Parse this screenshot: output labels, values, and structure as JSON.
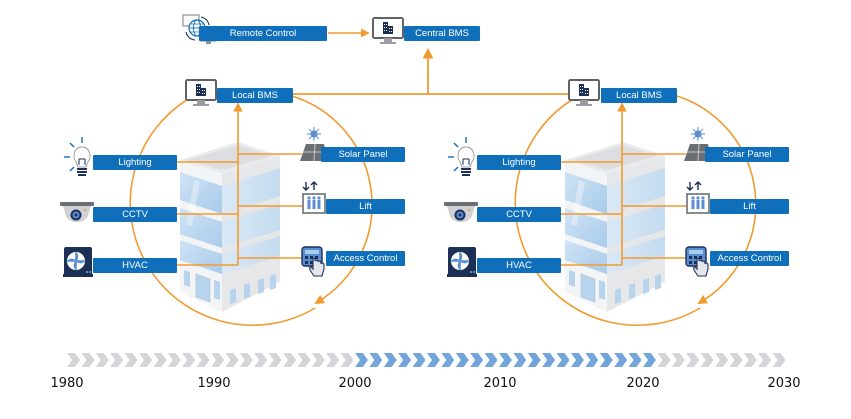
{
  "top": {
    "remote_control": {
      "label": "Remote Control",
      "icon": "globe-monitors-icon"
    },
    "central_bms": {
      "label": "Central BMS",
      "icon": "monitor-building-icon"
    }
  },
  "systems": [
    {
      "name": "left",
      "local_bms": {
        "label": "Local BMS",
        "icon": "monitor-building-icon"
      },
      "left_items": [
        {
          "label": "Lighting",
          "icon": "lightbulb-icon"
        },
        {
          "label": "CCTV",
          "icon": "cctv-camera-icon"
        },
        {
          "label": "HVAC",
          "icon": "fan-icon"
        }
      ],
      "right_items": [
        {
          "label": "Solar Panel",
          "icon": "solar-panel-icon"
        },
        {
          "label": "Lift",
          "icon": "elevator-icon"
        },
        {
          "label": "Access Control",
          "icon": "keypad-hand-icon"
        }
      ]
    },
    {
      "name": "right",
      "local_bms": {
        "label": "Local BMS",
        "icon": "monitor-building-icon"
      },
      "left_items": [
        {
          "label": "Lighting",
          "icon": "lightbulb-icon"
        },
        {
          "label": "CCTV",
          "icon": "cctv-camera-icon"
        },
        {
          "label": "HVAC",
          "icon": "fan-icon"
        }
      ],
      "right_items": [
        {
          "label": "Solar Panel",
          "icon": "solar-panel-icon"
        },
        {
          "label": "Lift",
          "icon": "elevator-icon"
        },
        {
          "label": "Access Control",
          "icon": "keypad-hand-icon"
        }
      ]
    }
  ],
  "timeline": {
    "years": [
      "1980",
      "1990",
      "2000",
      "2010",
      "2020",
      "2030"
    ],
    "start_year": 1980,
    "end_year": 2030,
    "highlight_start": 2000,
    "highlight_end": 2021,
    "chevron_counts": {
      "before": 20,
      "highlight": 21,
      "after": 9
    }
  },
  "colors": {
    "label_blue": "#0f6fba",
    "connector_orange": "#f29a2e",
    "chevron_gray": "#d4d5d8",
    "chevron_blue": "#73a5d9",
    "icon_navy": "#1c2f55"
  }
}
